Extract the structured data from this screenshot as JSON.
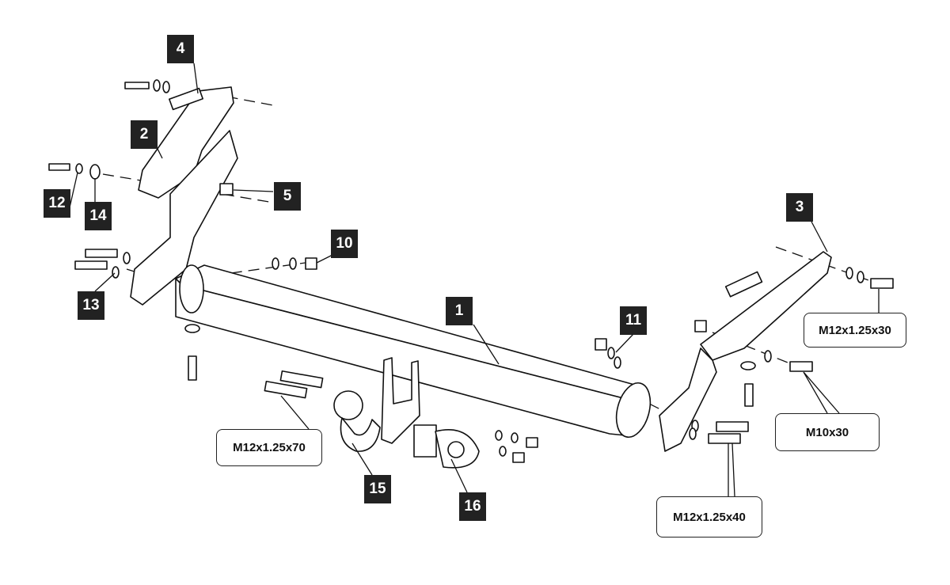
{
  "part_numbers": {
    "p1": "1",
    "p2": "2",
    "p3": "3",
    "p4": "4",
    "p5": "5",
    "p10": "10",
    "p11": "11",
    "p12": "12",
    "p13": "13",
    "p14": "14",
    "p15": "15",
    "p16": "16"
  },
  "bolt_callouts": {
    "right_upper": "M12x1.25x30",
    "right_middle": "M10x30",
    "left_lower": "M12x1.25x70",
    "right_lower": "M12x1.25x40"
  }
}
